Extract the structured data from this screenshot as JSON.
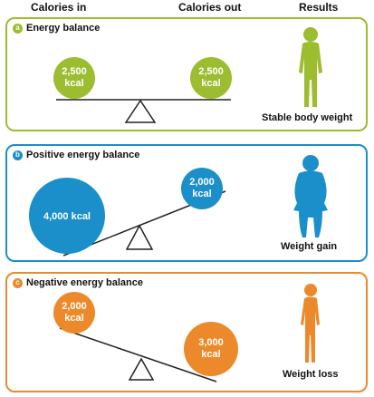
{
  "headers": {
    "calories_in": "Calories in",
    "calories_out": "Calories out",
    "results": "Results"
  },
  "panels": [
    {
      "badge": "a",
      "title": "Energy balance",
      "color": "#9cbd2f",
      "in_line1": "2,500",
      "in_line2": "kcal",
      "out_line1": "2,500",
      "out_line2": "kcal",
      "result": "Stable body weight"
    },
    {
      "badge": "b",
      "title": "Positive energy balance",
      "color": "#1a8fc9",
      "in_line1": "4,000 kcal",
      "out_line1": "2,000",
      "out_line2": "kcal",
      "result": "Weight gain"
    },
    {
      "badge": "c",
      "title": "Negative energy balance",
      "color": "#ec8a2b",
      "in_line1": "2,000",
      "in_line2": "kcal",
      "out_line1": "3,000",
      "out_line2": "kcal",
      "result": "Weight loss"
    }
  ],
  "icons": [
    "person-icon",
    "person-icon",
    "person-icon"
  ]
}
